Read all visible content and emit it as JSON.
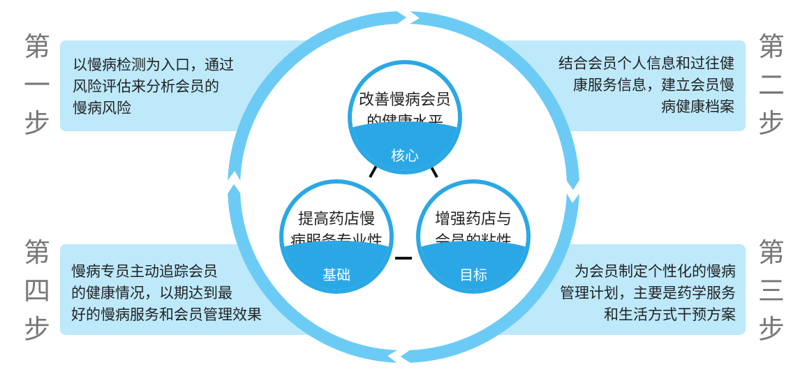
{
  "steps": {
    "step1": {
      "label": [
        "第",
        "一",
        "步"
      ],
      "text": [
        "以慢病检测为入口，通过",
        "风险评估来分析会员的",
        "慢病风险"
      ]
    },
    "step2": {
      "label": [
        "第",
        "二",
        "步"
      ],
      "text": [
        "结合会员个人信息和过往健",
        "康服务信息，建立会员慢",
        "病健康档案"
      ]
    },
    "step3": {
      "label": [
        "第",
        "三",
        "步"
      ],
      "text": [
        "为会员制定个性化的慢病",
        "管理计划，主要是药学服务",
        "和生活方式干预方案"
      ]
    },
    "step4": {
      "label": [
        "第",
        "四",
        "步"
      ],
      "text": [
        "慢病专员主动追踪会员",
        "的健康情况，以期达到最",
        "好的慢病服务和会员管理效果"
      ]
    }
  },
  "nodes": {
    "core": {
      "text": [
        "改善慢病会员",
        "的健康水平"
      ],
      "tag": "核心"
    },
    "base": {
      "text": [
        "提高药店慢",
        "病服务专业性"
      ],
      "tag": "基础"
    },
    "goal": {
      "text": [
        "增强药店与",
        "会员的粘性"
      ],
      "tag": "目标"
    }
  },
  "colors": {
    "box": "#bde9fb",
    "ring": "#6ccbf5",
    "node": "#2aa8e6",
    "label": "#777777"
  }
}
